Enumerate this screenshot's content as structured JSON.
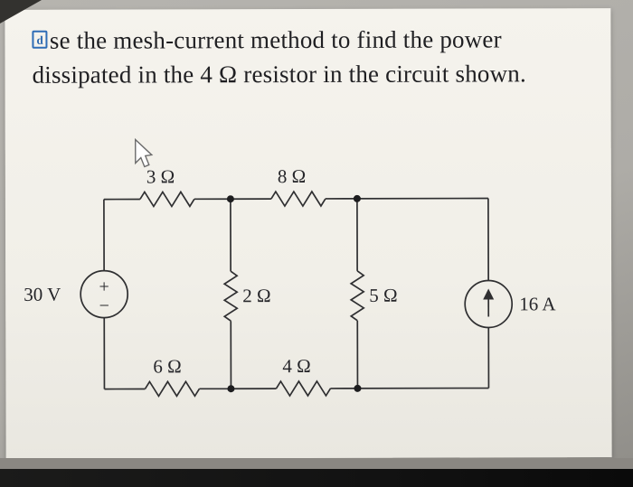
{
  "problem": {
    "glyph": "d",
    "line1_rest": "se the mesh-current method to find the power",
    "line2": "dissipated in the 4 Ω resistor in the circuit shown."
  },
  "circuit": {
    "voltage_source_label": "30 V",
    "current_source_label": "16 A",
    "plus": "+",
    "minus": "−",
    "resistors": {
      "top_left": "3 Ω",
      "top_right": "8 Ω",
      "middle": "2 Ω",
      "right": "5 Ω",
      "bottom_left": "6 Ω",
      "bottom_middle": "4 Ω"
    }
  }
}
